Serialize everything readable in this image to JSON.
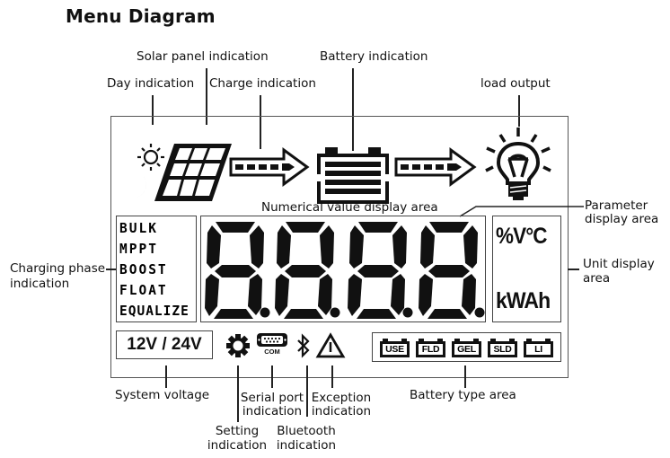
{
  "title": "Menu Diagram",
  "callouts": {
    "solar_panel": "Solar panel indication",
    "battery": "Battery indication",
    "day": "Day indication",
    "charge": "Charge indication",
    "load_output": "load output",
    "numerical_value": "Numerical value display area",
    "parameter_line1": "Parameter",
    "parameter_line2": "display area",
    "charging_phase_line1": "Charging phase",
    "charging_phase_line2": "indication",
    "unit_display_line1": "Unit display",
    "unit_display_line2": "area",
    "system_voltage": "System voltage",
    "serial_port_line1": "Serial port",
    "serial_port_line2": "indication",
    "exception_line1": "Exception",
    "exception_line2": "indication",
    "battery_type": "Battery type area",
    "setting_line1": "Setting",
    "setting_line2": "indication",
    "bluetooth_line1": "Bluetooth",
    "bluetooth_line2": "indication"
  },
  "lcd": {
    "charging_phases": [
      "BULK",
      "MPPT",
      "BOOST",
      "FLOAT",
      "EQUALIZE"
    ],
    "digits": "8.8.8.8.",
    "units_top": "%V°C",
    "units_bottom": "kWAh",
    "system_voltage": "12V / 24V",
    "com_label": "COM",
    "battery_types": [
      "USE",
      "FLD",
      "GEL",
      "SLD",
      "LI"
    ]
  },
  "icons": [
    "sun-icon",
    "moon-icon",
    "solar-panel-icon",
    "charge-arrow-icon",
    "battery-icon",
    "load-arrow-icon",
    "light-bulb-icon",
    "gear-icon",
    "serial-port-icon",
    "bluetooth-icon",
    "warning-icon"
  ],
  "colors": {
    "ink": "#111111",
    "frame": "#555555",
    "background": "#ffffff"
  }
}
